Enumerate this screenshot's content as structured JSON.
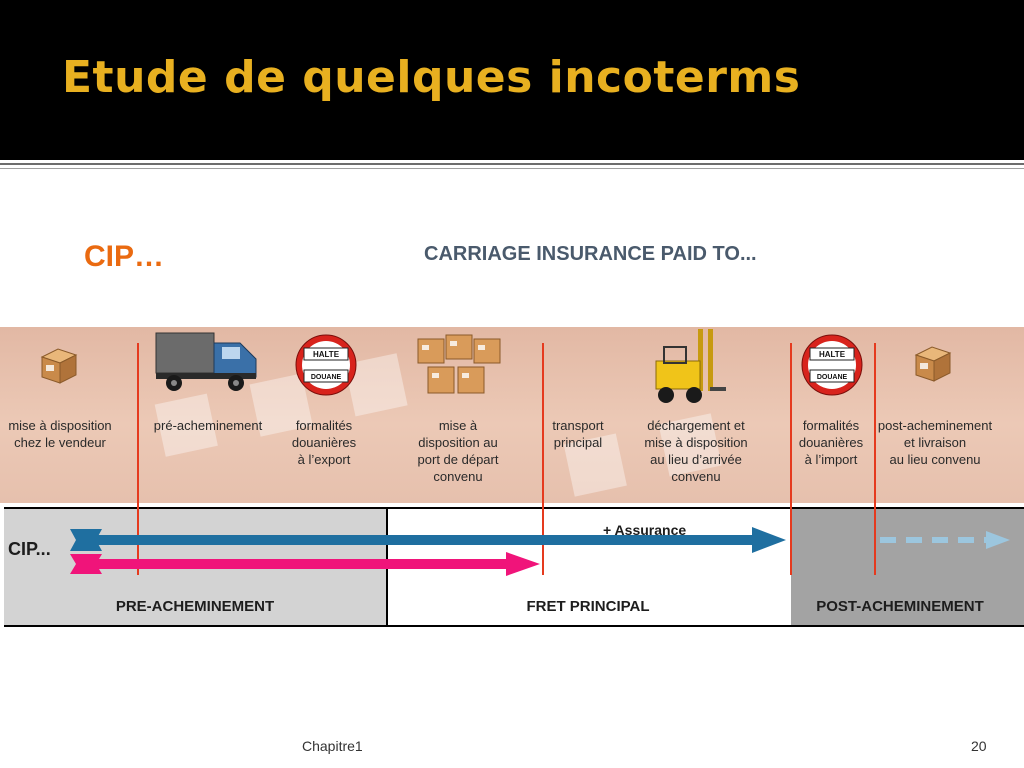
{
  "slide": {
    "title": "Etude de quelques incoterms",
    "heading": "CIP…",
    "subtitle": "CARRIAGE INSURANCE PAID TO...",
    "footer_left": "Chapitre1",
    "footer_right": "20"
  },
  "diagram": {
    "steps": [
      {
        "lines": [
          "mise à disposition",
          "chez le vendeur"
        ],
        "icon": "box-icon"
      },
      {
        "lines": [
          "pré-acheminement"
        ],
        "icon": "truck-icon"
      },
      {
        "lines": [
          "formalités",
          "douanières",
          "à l’export"
        ],
        "icon": "halte-douane-sign-icon"
      },
      {
        "lines": [
          "mise à",
          "disposition au",
          "port de départ",
          "convenu"
        ],
        "icon": "boxes-icon"
      },
      {
        "lines": [
          "transport",
          "principal"
        ],
        "icon": ""
      },
      {
        "lines": [
          "déchargement et",
          "mise à disposition",
          "au lieu d’arrivée",
          "convenu"
        ],
        "icon": "forklift-icon"
      },
      {
        "lines": [
          "formalités",
          "douanières",
          "à l’import"
        ],
        "icon": "halte-douane-sign-icon"
      },
      {
        "lines": [
          "post-acheminement",
          "et livraison",
          "au lieu convenu"
        ],
        "icon": "box-icon"
      }
    ],
    "sign_text": {
      "top": "HALTE",
      "bottom": "DOUANE"
    },
    "row_label": "CIP...",
    "insurance_label": "+ Assurance",
    "zones": [
      "PRE-ACHEMINEMENT",
      "FRET PRINCIPAL",
      "POST-ACHEMINEMENT"
    ],
    "colors": {
      "cost_arrow": "#1f6fa0",
      "risk_arrow": "#f0147a",
      "dashed_arrow": "#9cc6de",
      "divider": "#e53a1e",
      "heading": "#ea6a10"
    }
  }
}
